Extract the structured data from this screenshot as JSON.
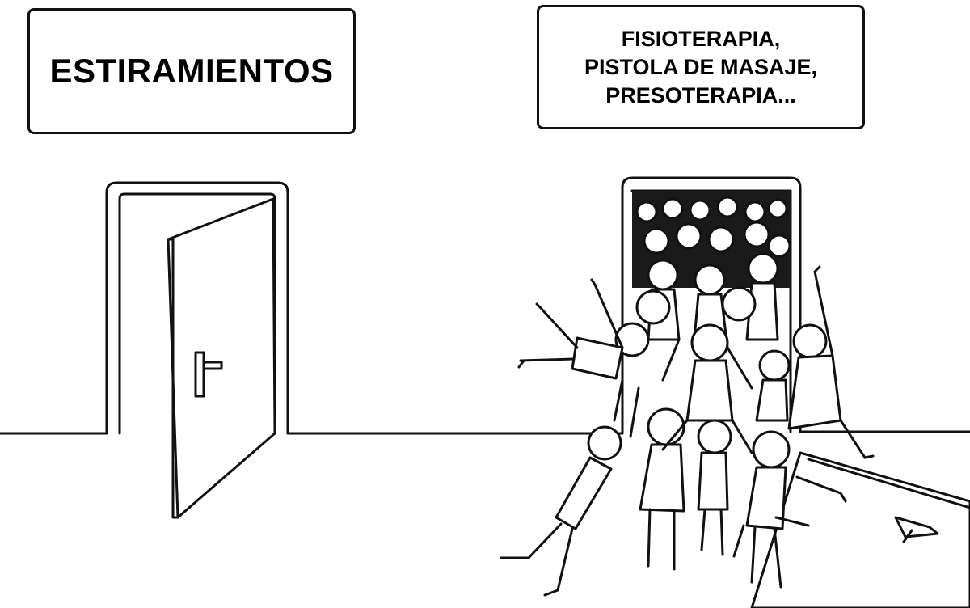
{
  "signs": {
    "left": "ESTIRAMIENTOS",
    "right_lines": [
      "FISIOTERAPIA,",
      "PISTOLA DE MASAJE,",
      "PRESOTERAPIA..."
    ]
  },
  "colors": {
    "ink": "#111111",
    "background": "#ffffff"
  },
  "scene": {
    "left_door": "open-empty-door",
    "right_door": "crowded-door-with-people"
  }
}
